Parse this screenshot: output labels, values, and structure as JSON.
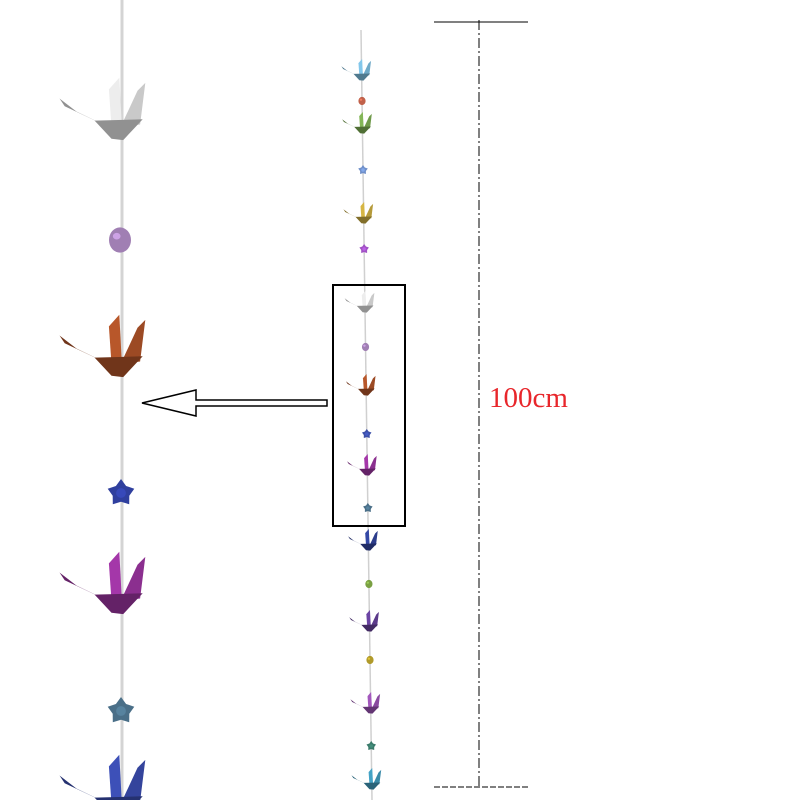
{
  "measurement": {
    "label": "100cm",
    "label_color": "#e8262b"
  },
  "colors": {
    "string": "#cfcfcf",
    "guide_line": "#000000",
    "highlight_box": "#000000",
    "arrow": "#000000"
  },
  "garland": {
    "strand_1": [
      {
        "kind": "crane",
        "color": "#6fa9c7"
      },
      {
        "kind": "bead",
        "color": "#c0614a"
      },
      {
        "kind": "crane",
        "color": "#6f9a4a"
      },
      {
        "kind": "star",
        "color": "#6f8fc9"
      },
      {
        "kind": "crane",
        "color": "#b59a3a"
      },
      {
        "kind": "star",
        "color": "#a051c4"
      },
      {
        "kind": "crane",
        "color": "#c9c9c9"
      },
      {
        "kind": "bead",
        "color": "#a07fb3"
      },
      {
        "kind": "crane",
        "color": "#9c4a24"
      },
      {
        "kind": "star",
        "color": "#3b4fa8"
      },
      {
        "kind": "crane",
        "color": "#8b2f8f"
      },
      {
        "kind": "star",
        "color": "#4a6f88"
      },
      {
        "kind": "crane",
        "color": "#2c3d8c"
      },
      {
        "kind": "bead",
        "color": "#7aa043"
      },
      {
        "kind": "crane",
        "color": "#5b3a8a"
      },
      {
        "kind": "bead",
        "color": "#b09a2a"
      },
      {
        "kind": "crane",
        "color": "#8a4aa0"
      },
      {
        "kind": "star",
        "color": "#3a7a6a"
      },
      {
        "kind": "crane",
        "color": "#3a8aa8"
      }
    ],
    "zoomed_detail": [
      {
        "kind": "crane",
        "color": "#c9c9c9"
      },
      {
        "kind": "bead",
        "color": "#a07fb3"
      },
      {
        "kind": "crane",
        "color": "#9c4a24"
      },
      {
        "kind": "star",
        "color": "#2f3f9e"
      },
      {
        "kind": "crane",
        "color": "#8b2f8f"
      },
      {
        "kind": "star",
        "color": "#4a6f88"
      },
      {
        "kind": "crane",
        "color": "#34449c"
      }
    ]
  }
}
